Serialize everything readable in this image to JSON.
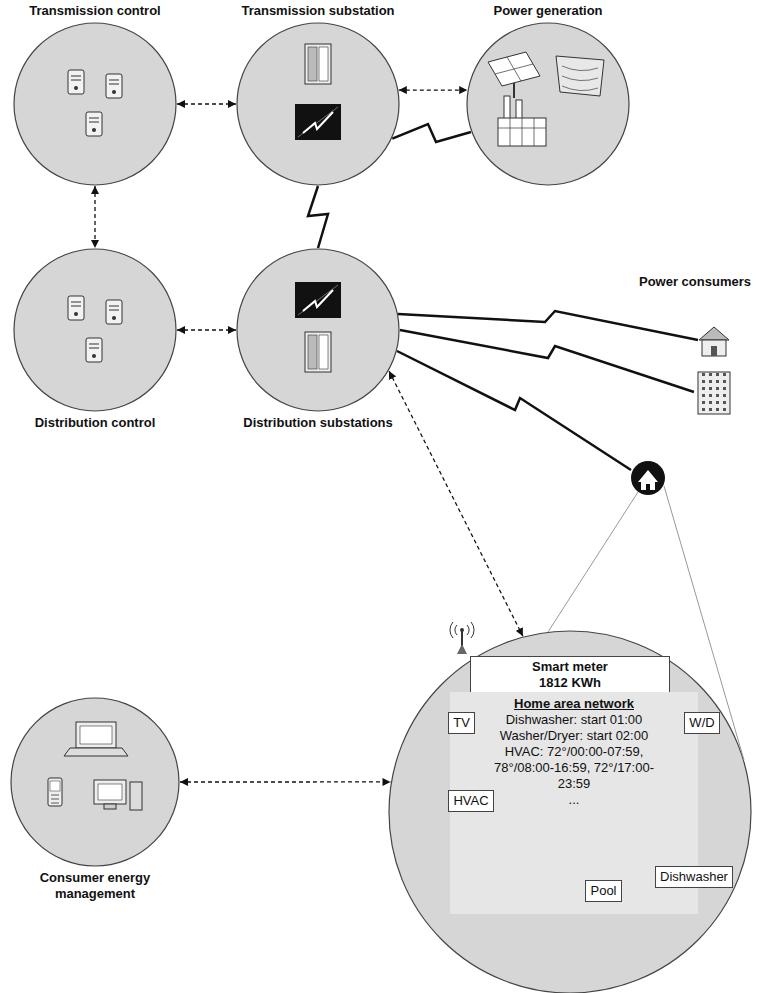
{
  "diagram": {
    "nodes": [
      {
        "text": [
          "Transmission control"
        ]
      },
      {
        "text": [
          "Transmission substation"
        ]
      },
      {
        "text": [
          "Power generation"
        ]
      },
      {
        "text": [
          "Distribution control"
        ]
      },
      {
        "text": [
          "Distribution substations"
        ]
      },
      {
        "text": [
          "Consumer energy management"
        ]
      },
      {
        "text": [
          "Smart meter",
          "1812 KWh"
        ]
      },
      {
        "text": [
          "Home area network",
          "Dishwasher: start 01:00",
          "Washer/Dryer: start 02:00",
          "HVAC: 72°/00:00-07:59, 78°/08:00-16:59, 72°/17:00-23:59",
          "..."
        ],
        "in": 6
      },
      {
        "text": [
          "TV"
        ],
        "in": 6
      },
      {
        "text": [
          "W/D"
        ],
        "in": 6
      },
      {
        "text": [
          "HVAC"
        ],
        "in": 6
      },
      {
        "text": [
          "Dishwasher"
        ],
        "in": 6
      },
      {
        "text": [
          "Pool"
        ],
        "in": 6
      }
    ],
    "edges": [
      {
        "from": 0,
        "to": 1,
        "arrow": "both"
      },
      {
        "from": 1,
        "to": 2,
        "arrow": "both"
      },
      {
        "from": 1,
        "to": 2,
        "arrow": "none"
      },
      {
        "from": 0,
        "to": 3,
        "arrow": "both"
      },
      {
        "from": 1,
        "to": 4,
        "arrow": "none"
      },
      {
        "from": 3,
        "to": 4,
        "arrow": "both"
      },
      {
        "from": 4,
        "to": 6,
        "arrow": "both"
      },
      {
        "from": 5,
        "to": 6,
        "arrow": "both"
      }
    ],
    "labels": [
      "Power consumers"
    ]
  }
}
